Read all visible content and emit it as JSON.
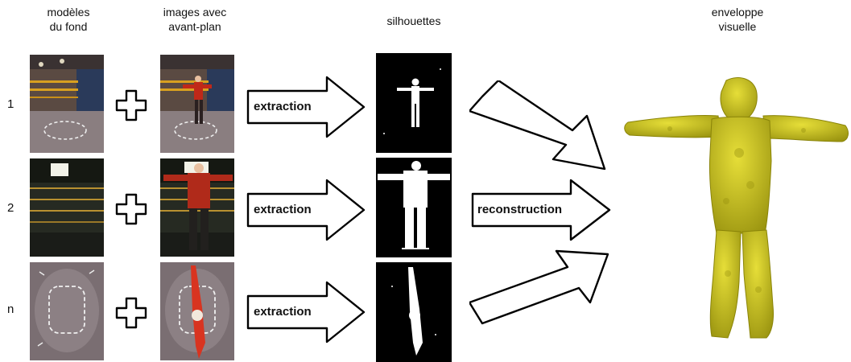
{
  "headers": {
    "background_models_line1": "modèles",
    "background_models_line2": "du fond",
    "foreground_images_line1": "images avec",
    "foreground_images_line2": "avant-plan",
    "silhouettes": "silhouettes",
    "visual_hull_line1": "enveloppe",
    "visual_hull_line2": "visuelle"
  },
  "rows": [
    {
      "label": "1",
      "arrow_label": "extraction"
    },
    {
      "label": "2",
      "arrow_label": "extraction"
    },
    {
      "label": "n",
      "arrow_label": "extraction"
    }
  ],
  "reconstruction_label": "reconstruction",
  "colors": {
    "hull": "#d8d020",
    "shirt": "#c02818",
    "silhouette_bg": "#000000",
    "silhouette_fg": "#ffffff"
  },
  "icons": [
    "plus-icon",
    "right-arrow-icon"
  ]
}
